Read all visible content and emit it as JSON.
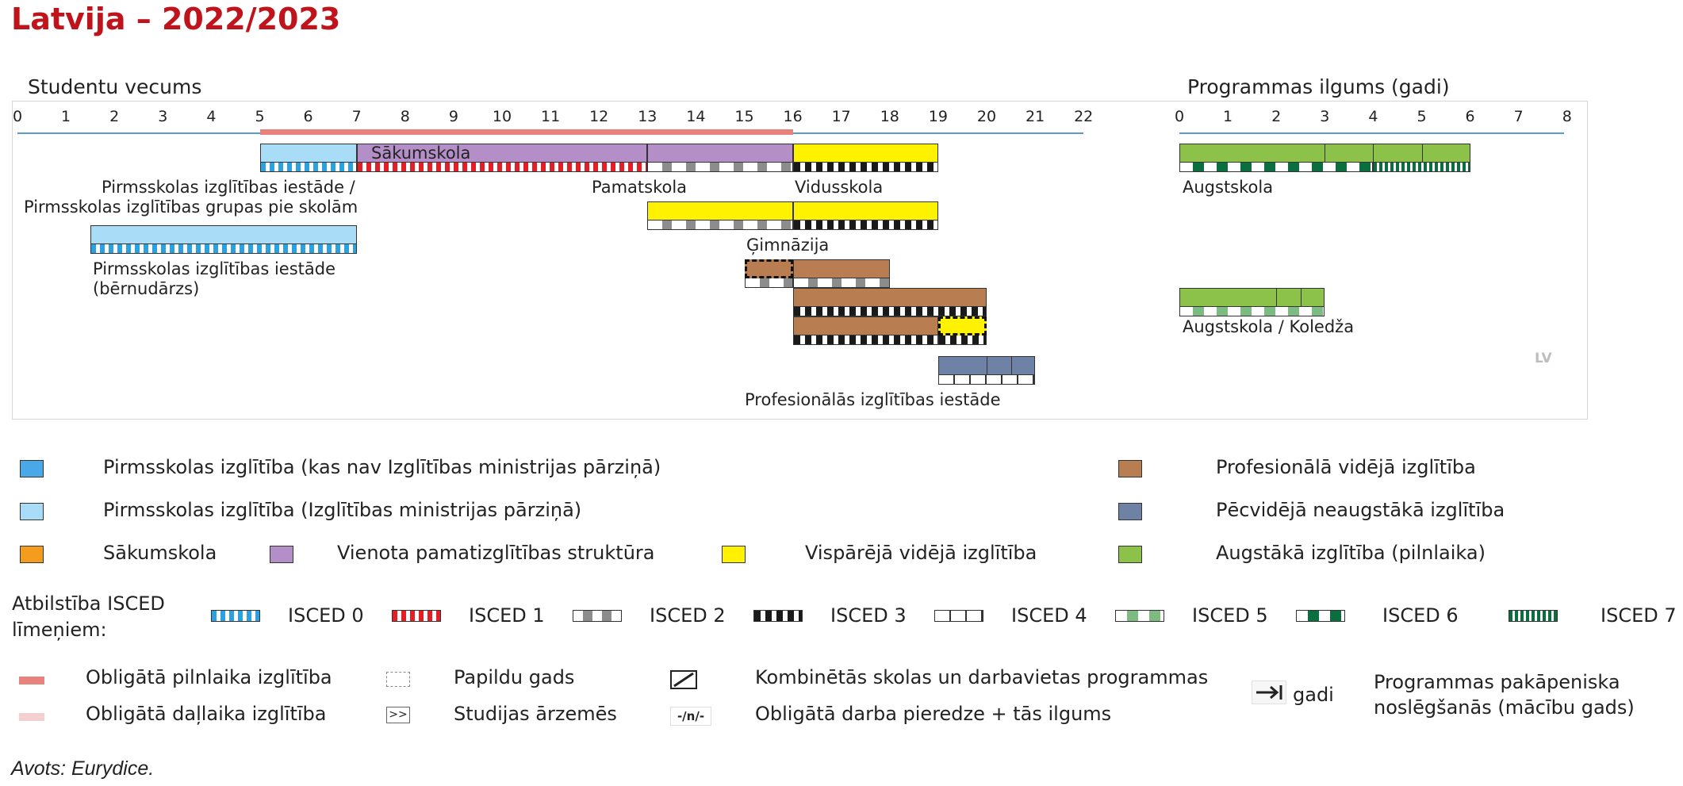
{
  "title": "Latvija – 2022/2023",
  "left_axis_title": "Studentu vecums",
  "right_axis_title": "Programmas ilgums (gadi)",
  "age_ticks": [
    "0",
    "1",
    "2",
    "3",
    "4",
    "5",
    "6",
    "7",
    "8",
    "9",
    "10",
    "11",
    "12",
    "13",
    "14",
    "15",
    "16",
    "17",
    "18",
    "19",
    "20",
    "21",
    "22"
  ],
  "duration_ticks": [
    "0",
    "1",
    "2",
    "3",
    "4",
    "5",
    "6",
    "7",
    "8"
  ],
  "compulsory_full_time": {
    "from_age": 5,
    "to_age": 16
  },
  "country_code": "LV",
  "colors": {
    "preschool_mes": "#a8dcf7",
    "preschool_other": "#4aa8e8",
    "primary": "#f39c1e",
    "single_structure": "#b48fc7",
    "general_secondary": "#fff200",
    "vocational_secondary": "#b87d50",
    "post_secondary": "#6e82a5",
    "higher": "#8cc24a",
    "compulsory_full": "#e8827c",
    "compulsory_part": "#f5cfcf"
  },
  "programmes": [
    {
      "id": "preschool-school-groups",
      "panel": "age",
      "row": 0,
      "start": 5,
      "end": 7,
      "level": "preschool_mes",
      "isced": "isced0"
    },
    {
      "id": "sakumskola",
      "panel": "age",
      "row": 0,
      "start": 7,
      "end": 13,
      "level": "single_structure",
      "isced": "isced1"
    },
    {
      "id": "pamatskola",
      "panel": "age",
      "row": 0,
      "start": 13,
      "end": 16,
      "level": "single_structure",
      "isced": "isced2"
    },
    {
      "id": "vidusskola",
      "panel": "age",
      "row": 0,
      "start": 16,
      "end": 19,
      "level": "general_secondary",
      "isced": "isced3"
    },
    {
      "id": "gimnazija-lower",
      "panel": "age",
      "row": 1,
      "start": 13,
      "end": 16,
      "level": "general_secondary",
      "isced": "isced2"
    },
    {
      "id": "gimnazija-upper",
      "panel": "age",
      "row": 1,
      "start": 16,
      "end": 19,
      "level": "general_secondary",
      "isced": "isced3"
    },
    {
      "id": "bernudarzs",
      "panel": "age",
      "row": 2,
      "start": 1.5,
      "end": 7,
      "level": "preschool_mes",
      "isced": "isced0"
    },
    {
      "id": "vocational-basic-extra",
      "panel": "age",
      "row": 3,
      "start": 15,
      "end": 16,
      "level": "vocational_secondary",
      "isced": "isced2",
      "extra_year": true
    },
    {
      "id": "vocational-basic",
      "panel": "age",
      "row": 3,
      "start": 16,
      "end": 18,
      "level": "vocational_secondary",
      "isced": "isced2"
    },
    {
      "id": "vocational-4yr",
      "panel": "age",
      "row": 4,
      "start": 16,
      "end": 20,
      "level": "vocational_secondary",
      "isced": "isced3"
    },
    {
      "id": "vocational-3yr",
      "panel": "age",
      "row": 5,
      "start": 16,
      "end": 19,
      "level": "vocational_secondary",
      "isced": "isced3"
    },
    {
      "id": "vocational-3yr-extra",
      "panel": "age",
      "row": 5,
      "start": 19,
      "end": 20,
      "level": "general_secondary",
      "isced": "isced3",
      "extra_year": true
    },
    {
      "id": "post-secondary",
      "panel": "age",
      "row": 6,
      "start": 19,
      "end": 21,
      "level": "post_secondary",
      "isced": "isced4",
      "dividers": [
        20,
        20.5
      ]
    },
    {
      "id": "augstskola",
      "panel": "dur",
      "row": 0,
      "start": 0,
      "end": 6,
      "level": "higher",
      "isced": "isced6",
      "isced_split": {
        "at": 4,
        "isced": "isced7"
      },
      "dividers": [
        3,
        4,
        5
      ]
    },
    {
      "id": "koledza",
      "panel": "dur",
      "row": 4,
      "start": 0,
      "end": 3,
      "level": "higher",
      "isced": "isced5",
      "dividers": [
        2,
        2.5
      ]
    }
  ],
  "programme_labels": [
    {
      "id": "label-sakumskola",
      "text": "Sākumskola"
    },
    {
      "id": "label-preschool-school-1",
      "text": "Pirmsskolas izglītības iestāde /"
    },
    {
      "id": "label-preschool-school-2",
      "text": "Pirmsskolas izglītības grupas pie skolām"
    },
    {
      "id": "label-pamatskola",
      "text": "Pamatskola"
    },
    {
      "id": "label-vidusskola",
      "text": "Vidusskola"
    },
    {
      "id": "label-gimnazija",
      "text": "Ģimnāzija"
    },
    {
      "id": "label-bernudarzs-1",
      "text": "Pirmsskolas izglītības iestāde"
    },
    {
      "id": "label-bernudarzs-2",
      "text": "(bērnudārzs)"
    },
    {
      "id": "label-vocational",
      "text": "Profesionālās izglītības iestāde"
    },
    {
      "id": "label-augstskola",
      "text": "Augstskola"
    },
    {
      "id": "label-koledza",
      "text": "Augstskola / Koledža"
    }
  ],
  "legend": {
    "levels": [
      {
        "key": "preschool_other",
        "text": "Pirmsskolas izglītība (kas nav Izglītības ministrijas pārziņā)"
      },
      {
        "key": "preschool_mes",
        "text": "Pirmsskolas izglītība (Izglītības ministrijas pārziņā)"
      },
      {
        "key": "primary",
        "text": "Sākumskola"
      },
      {
        "key": "single_structure",
        "text": "Vienota pamatizglītības struktūra"
      },
      {
        "key": "general_secondary",
        "text": "Vispārējā vidējā izglītība"
      },
      {
        "key": "vocational_secondary",
        "text": "Profesionālā vidējā izglītība"
      },
      {
        "key": "post_secondary",
        "text": "Pēcvidējā neaugstākā izglītība"
      },
      {
        "key": "higher",
        "text": "Augstākā izglītība (pilnlaika)"
      }
    ],
    "isced_heading": "Atbilstība ISCED līmeņiem:",
    "isced": [
      "ISCED 0",
      "ISCED 1",
      "ISCED 2",
      "ISCED 3",
      "ISCED 4",
      "ISCED 5",
      "ISCED 6",
      "ISCED 7"
    ],
    "other": {
      "compulsory_full": "Obligātā pilnlaika izglītība",
      "compulsory_part": "Obligātā daļlaika izglītība",
      "extra_year": "Papildu gads",
      "study_abroad": "Studijas ārzemēs",
      "study_abroad_symbol": ">>",
      "combined": "Kombinētās skolas un darbavietas programmas",
      "work_experience": "Obligātā darba pieredze + tās ilgums",
      "work_experience_symbol": "-/n/-",
      "phasing_out_symbol": "gadi",
      "phasing_out_1": "Programmas pakāpeniska",
      "phasing_out_2": "noslēgšanās (mācību gads)"
    }
  },
  "source": "Avots: Eurydice."
}
